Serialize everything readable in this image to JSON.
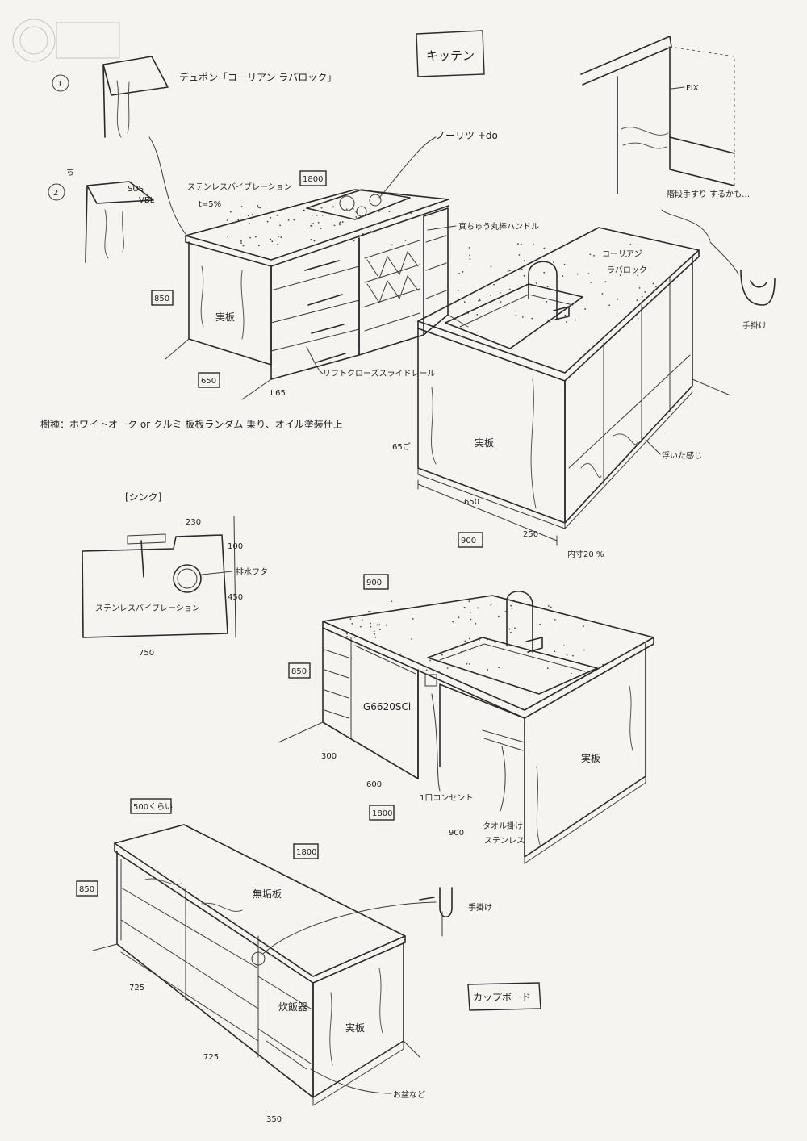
{
  "header": {
    "title": "キッテン",
    "item1_no": "1",
    "item1_text": "デュポン「コーリアン ラバロック」",
    "item2_no": "2",
    "item2_sus": "SUS",
    "item2_vbl": "VBL",
    "item2_text1": "ステンレスバイブレーション",
    "item2_text2": "t=5%",
    "stub": "ち"
  },
  "island1": {
    "width_label": "1800",
    "height_label": "850",
    "depth_label": "650",
    "left_note": "I 65",
    "cooktop_label": "ノーリツ +do",
    "handle_label": "真ちゅう丸棒ハンドル",
    "solid_wood": "実板",
    "rail_label": "リフトクローズスライドレール"
  },
  "wood_note": "樹種：ホワイトオーク or クルミ 板板ランダム 乗り、オイル塗装仕上",
  "window": {
    "fix_label": "FIX",
    "stairs_note": "階段手すり するかも…"
  },
  "island2": {
    "top_label1": "コーリアン",
    "top_label2": "ラバロック",
    "handle_label": "手掛け",
    "solid_wood": "実板",
    "float_note": "浮いた感じ",
    "left_num": "65ご",
    "dim_650": "650",
    "dim_900": "900",
    "dim_250": "250",
    "inner_note": "内寸20 %"
  },
  "sink": {
    "title": "[シンク]",
    "dim_230": "230",
    "dim_100": "100",
    "dim_450": "450",
    "dim_750": "750",
    "drain_label": "排水フタ",
    "material": "ステンレスバイブレーション"
  },
  "island3": {
    "top_label": "900",
    "height_label": "850",
    "dishwasher": "G6620SCi",
    "dim_300": "300",
    "dim_600": "600",
    "dim_1800": "1800",
    "dim_900": "900",
    "outlet": "1口コンセント",
    "towel1": "タオル掛け",
    "towel2": "ステンレス",
    "solid_wood": "実板"
  },
  "cupboard": {
    "depth_label": "500くらい",
    "width_label": "1800",
    "height_label": "850",
    "top_note": "無垢板",
    "pull_label": "手掛け",
    "rice_cooker": "炊飯器",
    "solid_wood": "実板",
    "dim_725a": "725",
    "dim_725b": "725",
    "dim_350": "350",
    "tray_note": "お盆など",
    "title": "カップボード"
  }
}
